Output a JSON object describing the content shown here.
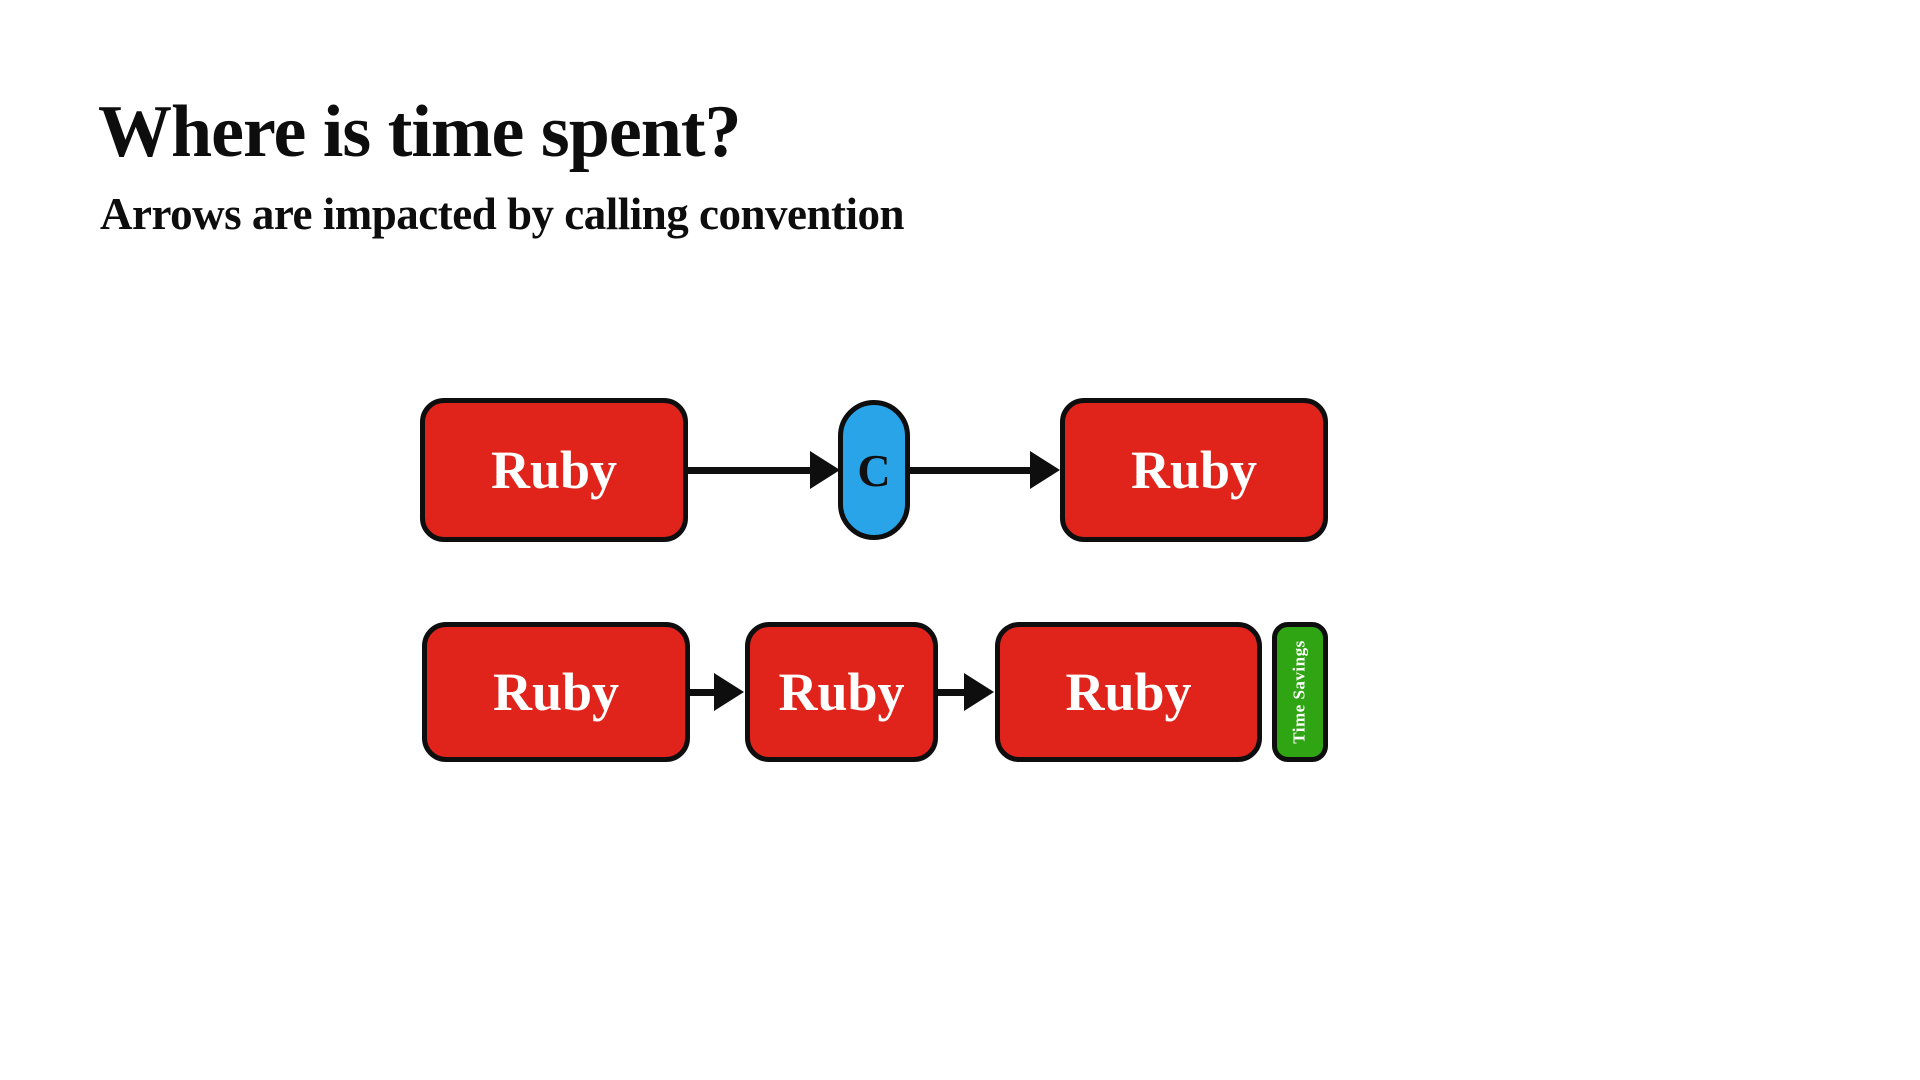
{
  "header": {
    "title": "Where is time spent?",
    "subtitle": "Arrows are impacted by calling convention"
  },
  "diagram": {
    "row1": {
      "nodes": [
        {
          "label": "Ruby"
        },
        {
          "label": "C"
        },
        {
          "label": "Ruby"
        }
      ]
    },
    "row2": {
      "nodes": [
        {
          "label": "Ruby"
        },
        {
          "label": "Ruby"
        },
        {
          "label": "Ruby"
        }
      ],
      "badge": {
        "label": "Time Savings"
      }
    },
    "colors": {
      "ruby_box": "#e0241c",
      "c_pill": "#29a4e9",
      "savings_badge": "#30a513",
      "outline": "#0e0e0e",
      "arrow": "#0e0e0e"
    }
  }
}
